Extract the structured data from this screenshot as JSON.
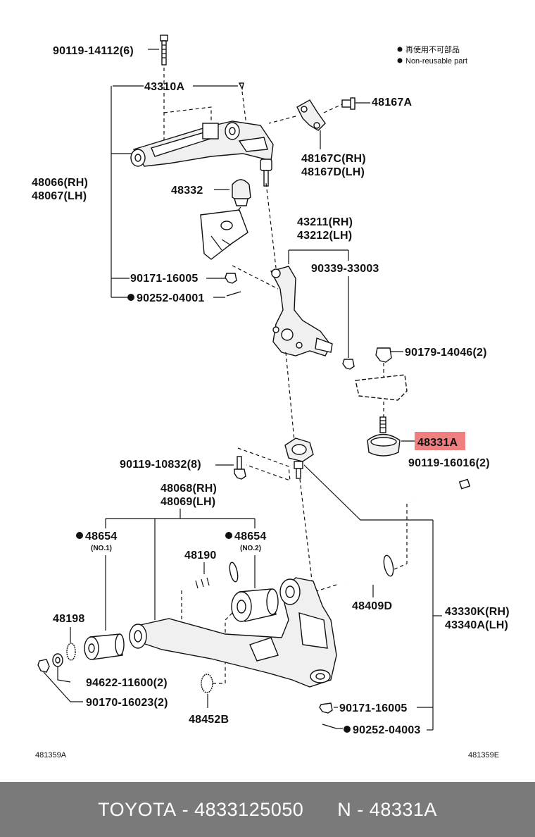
{
  "legend": {
    "item1": "再使用不可部品",
    "item2": "Non-reusable part"
  },
  "parts": {
    "p90119_14112": "90119-14112(6)",
    "p43310A": "43310A",
    "p48167A": "48167A",
    "p48167C": "48167C(RH)",
    "p48167D": "48167D(LH)",
    "p48066": "48066(RH)",
    "p48067": "48067(LH)",
    "p48332": "48332",
    "p43211": "43211(RH)",
    "p43212": "43212(LH)",
    "p90339_33003": "90339-33003",
    "p90171_16005_top": "90171-16005",
    "p90252_04001": "90252-04001",
    "p90179_14046": "90179-14046(2)",
    "p48331A": "48331A",
    "p90119_16016": "90119-16016(2)",
    "p90119_10832": "90119-10832(8)",
    "p48068": "48068(RH)",
    "p48069": "48069(LH)",
    "p48654_1": "48654",
    "p48654_1_sub": "(NO.1)",
    "p48654_2": "48654",
    "p48654_2_sub": "(NO.2)",
    "p48190": "48190",
    "p48198": "48198",
    "p48409D": "48409D",
    "p43330K": "43330K(RH)",
    "p43340A": "43340A(LH)",
    "p94622_11600": "94622-11600(2)",
    "p90170_16023": "90170-16023(2)",
    "p48452B": "48452B",
    "p90171_16005_bot": "90171-16005",
    "p90252_04003": "90252-04003"
  },
  "codes": {
    "left": "481359A",
    "right": "481359E"
  },
  "footer": {
    "brand": "TOYOTA",
    "part_number": "4833125050",
    "code": "N",
    "ref": "48331A"
  },
  "colors": {
    "highlight": "#f08080",
    "footer_bg": "#7a7a7a"
  }
}
